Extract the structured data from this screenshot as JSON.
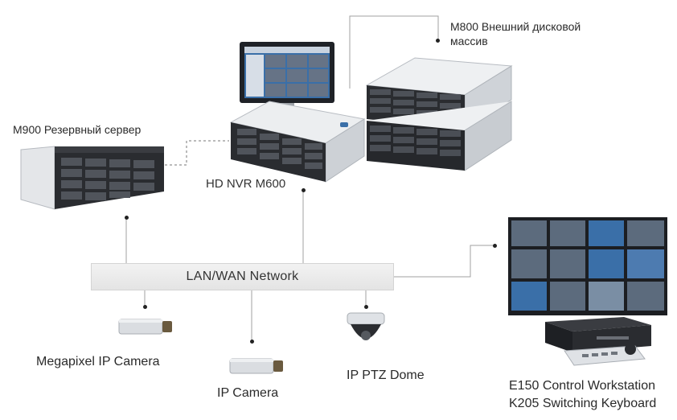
{
  "labels": {
    "m800": "M800 Внешний дисковой",
    "m800_line2": "массив",
    "m900": "M900 Резервный сервер",
    "hd_nvr": "HD NVR M600",
    "network": "LAN/WAN  Network",
    "megapixel_camera": "Megapixel IP Camera",
    "ip_camera": "IP Camera",
    "ptz_dome": "IP PTZ Dome",
    "workstation_line1": "E150 Control Workstation",
    "workstation_line2": "K205 Switching Keyboard"
  },
  "colors": {
    "line": "#9a9a9a",
    "network_bar": "#ececec",
    "device_dark": "#2b2d31",
    "device_silver": "#d8dadd",
    "screen_blue": "#3a6fa8"
  }
}
